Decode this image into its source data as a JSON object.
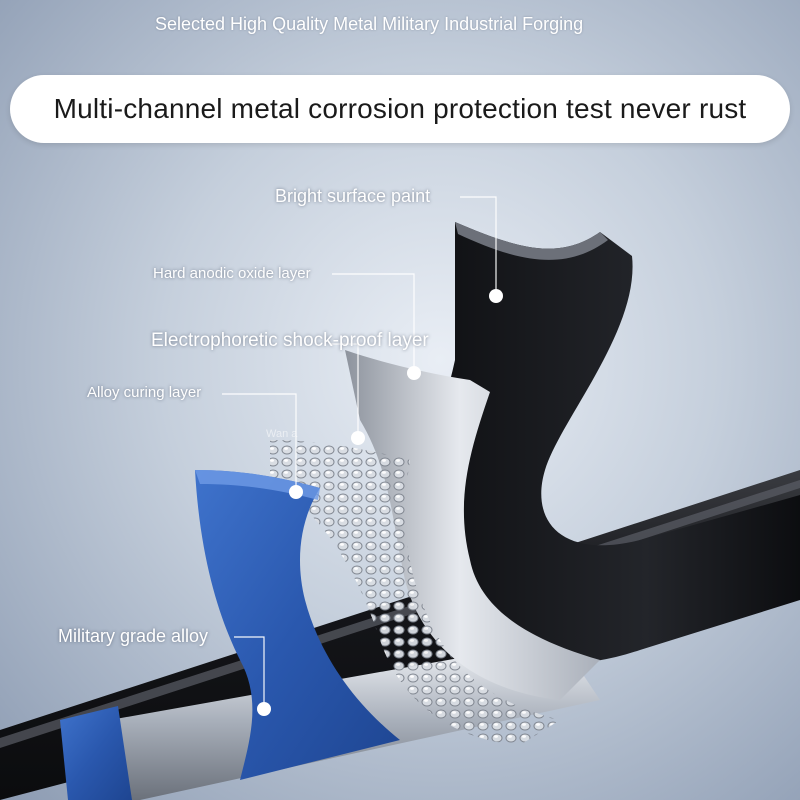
{
  "header": {
    "subtitle": "Selected High Quality Metal Military Industrial Forging",
    "banner": "Multi-channel metal corrosion protection test never rust"
  },
  "layers": [
    {
      "label": "Bright surface paint"
    },
    {
      "label": "Hard anodic oxide layer"
    },
    {
      "label": "Electrophoretic shock-proof layer"
    },
    {
      "label": "Alloy curing layer"
    },
    {
      "label": "Military grade alloy"
    }
  ],
  "watermark": "Wan a",
  "colors": {
    "background": "#b8c4d4",
    "paint": "#1b1c1f",
    "anodic": "#c9ced6",
    "alloy_blue": "#2f5fb8",
    "leader": "#ffffff"
  }
}
